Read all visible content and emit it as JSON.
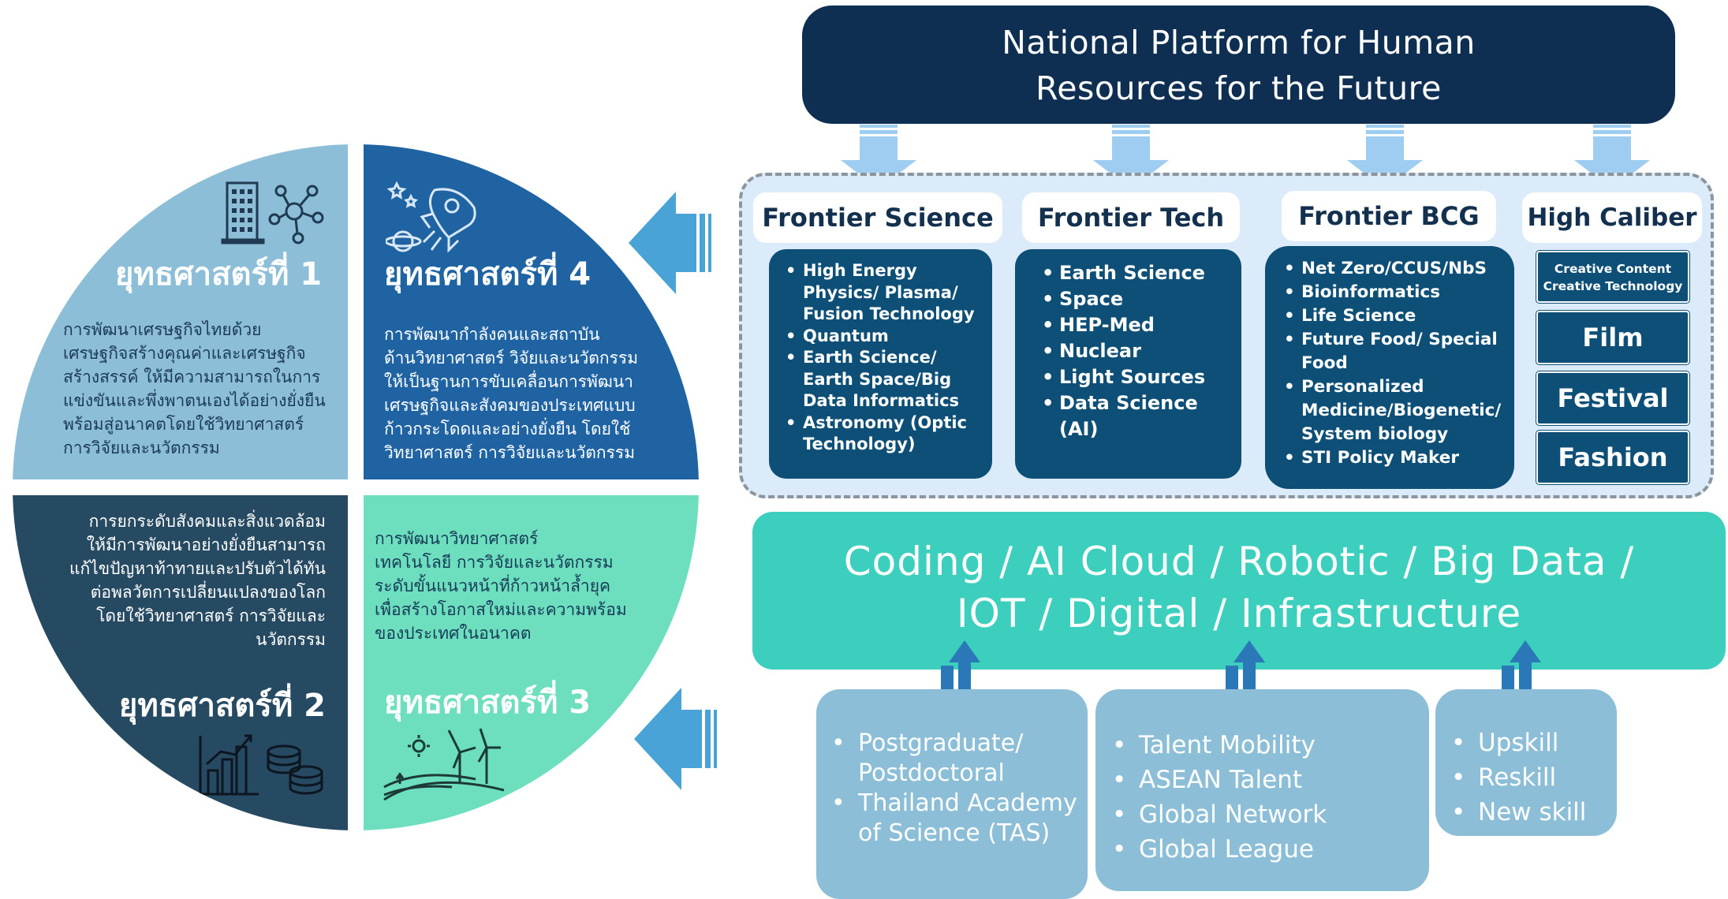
{
  "banner": {
    "line1": "National Platform for Human",
    "line2": "Resources for the Future"
  },
  "strategies": {
    "s1": {
      "title": "ยุทธศาสตร์ที่ 1",
      "text": "การพัฒนาเศรษฐกิจไทยด้วย\nเศรษฐกิจสร้างคุณค่าและเศรษฐกิจ\nสร้างสรรค์ ให้มีความสามารถในการ\nแข่งขันและพึ่งพาตนเองได้อย่างยั่งยืน\nพร้อมสู่อนาคตโดยใช้วิทยาศาสตร์\nการวิจัยและนวัตกรรม"
    },
    "s2": {
      "title": "ยุทธศาสตร์ที่ 2",
      "text": "การยกระดับสังคมและสิ่งแวดล้อม\nให้มีการพัฒนาอย่างยั่งยืนสามารถ\nแก้ไขปัญหาท้าทายและปรับตัวได้ทัน\nต่อพลวัตการเปลี่ยนแปลงของโลก\nโดยใช้วิทยาศาสตร์ การวิจัยและ\nนวัตกรรม"
    },
    "s3": {
      "title": "ยุทธศาสตร์ที่ 3",
      "text": "การพัฒนาวิทยาศาสตร์\nเทคโนโลยี การวิจัยและนวัตกรรม\nระดับขั้นแนวหน้าที่ก้าวหน้าล้ำยุค\nเพื่อสร้างโอกาสใหม่และความพร้อม\nของประเทศในอนาคต"
    },
    "s4": {
      "title": "ยุทธศาสตร์ที่ 4",
      "text": "การพัฒนากำลังคนและสถาบัน\nด้านวิทยาศาสตร์ วิจัยและนวัตกรรม\nให้เป็นฐานการขับเคลื่อนการพัฒนา\nเศรษฐกิจและสังคมของประเทศแบบ\nก้าวกระโดดและอย่างยั่งยืน โดยใช้\nวิทยาศาสตร์ การวิจัยและนวัตกรรม"
    }
  },
  "columns": {
    "frontier_science": {
      "title": "Frontier Science",
      "items": [
        "High Energy Physics/ Plasma/ Fusion Technology",
        "Quantum",
        "Earth Science/ Earth Space/Big Data Informatics",
        "Astronomy (Optic Technology)"
      ]
    },
    "frontier_tech": {
      "title": "Frontier Tech",
      "items": [
        "Earth Science",
        "Space",
        "HEP-Med",
        "Nuclear",
        "Light Sources",
        "Data Science (AI)"
      ]
    },
    "frontier_bcg": {
      "title": "Frontier BCG",
      "items": [
        "Net Zero/CCUS/NbS",
        "Bioinformatics",
        "Life Science",
        "Future Food/ Special Food",
        "Personalized Medicine/Biogenetic/ System biology",
        "STI Policy Maker"
      ]
    },
    "high_caliber": {
      "title": "High Caliber",
      "creative_line1": "Creative Content",
      "creative_line2": "Creative Technology",
      "film": "Film",
      "festival": "Festival",
      "fashion": "Fashion"
    }
  },
  "platform": {
    "line1": "Coding / AI Cloud / Robotic / Big Data /",
    "line2": "IOT / Digital / Infrastructure"
  },
  "bottom": {
    "box1": [
      "Postgraduate/ Postdoctoral",
      "Thailand Academy of Science (TAS)"
    ],
    "box2": [
      "Talent Mobility",
      "ASEAN Talent",
      "Global Network",
      "Global League"
    ],
    "box3": [
      "Upskill",
      "Reskill",
      "New skill"
    ]
  },
  "colors": {
    "q1": "#8cbfd7",
    "q2": "#274a63",
    "q3": "#6ddfbe",
    "q4": "#1f63a3",
    "banner": "#0e2e52",
    "teal": "#3ccfbe",
    "column_body": "#0d4f77",
    "arrow": "#4aa3d6"
  },
  "icons": [
    "building-network-icon",
    "rocket-icon",
    "bar-chart-coins-icon",
    "wind-turbine-icon"
  ]
}
